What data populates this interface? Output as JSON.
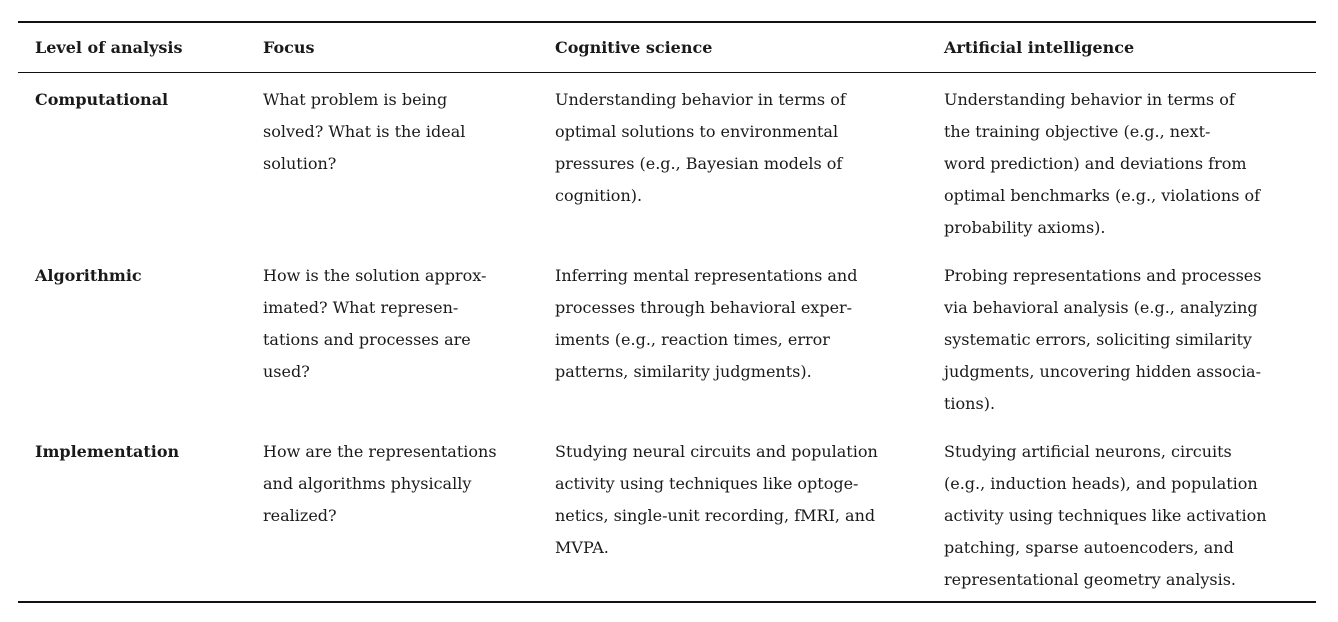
{
  "headers": {
    "level": "Level of analysis",
    "focus": "Focus",
    "cogsci": "Cognitive science",
    "ai": "Artificial intelligence"
  },
  "rows": [
    {
      "level": "Computational",
      "focus": [
        "What problem is being",
        "solved? What is the ideal",
        "solution?"
      ],
      "cogsci": [
        "Understanding behavior in terms of",
        "optimal solutions to environmental",
        "pressures (e.g., Bayesian models of",
        "cognition)."
      ],
      "ai": [
        "Understanding behavior in terms of",
        "the training objective (e.g., next-",
        "word prediction) and deviations from",
        "optimal benchmarks (e.g., violations of",
        "probability axioms)."
      ]
    },
    {
      "level": "Algorithmic",
      "focus": [
        "How is the solution approx-",
        "imated? What represen-",
        "tations and processes are",
        "used?"
      ],
      "cogsci": [
        "Inferring mental representations and",
        "processes through behavioral exper-",
        "iments (e.g., reaction times, error",
        "patterns, similarity judgments)."
      ],
      "ai": [
        "Probing representations and processes",
        "via behavioral analysis (e.g., analyzing",
        "systematic errors, soliciting similarity",
        "judgments, uncovering hidden associa-",
        "tions)."
      ]
    },
    {
      "level": "Implementation",
      "focus": [
        "How are the representations",
        "and algorithms physically",
        "realized?"
      ],
      "cogsci": [
        "Studying neural circuits and population",
        "activity using techniques like optoge-",
        "netics, single-unit recording, fMRI, and",
        "MVPA."
      ],
      "ai": [
        "Studying artificial neurons, circuits",
        "(e.g., induction heads), and population",
        "activity using techniques like activation",
        "patching, sparse autoencoders, and",
        "representational geometry analysis."
      ]
    }
  ]
}
